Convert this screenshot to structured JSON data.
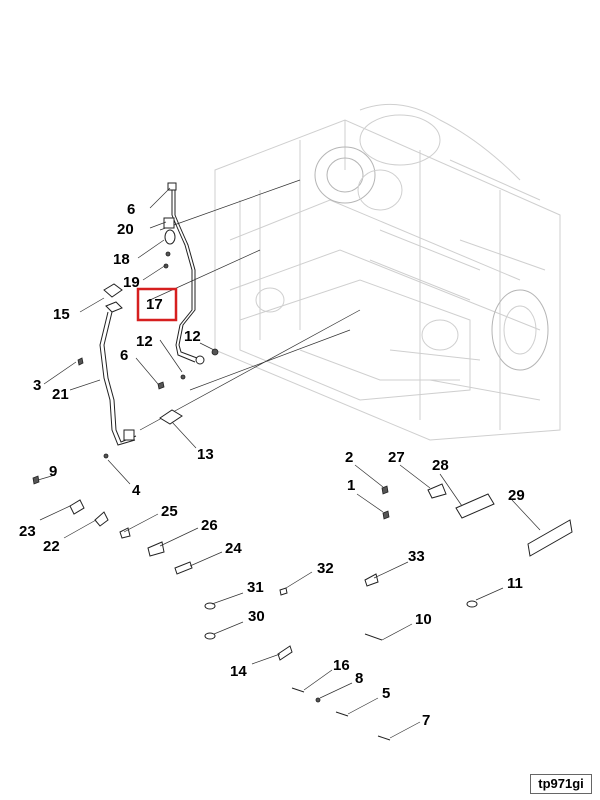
{
  "highlight_color": "#d61f1f",
  "reference_id": "tp971gi",
  "callouts": [
    {
      "id": "c6a",
      "label": "6"
    },
    {
      "id": "c20",
      "label": "20"
    },
    {
      "id": "c18",
      "label": "18"
    },
    {
      "id": "c19",
      "label": "19"
    },
    {
      "id": "c15",
      "label": "15"
    },
    {
      "id": "c17",
      "label": "17"
    },
    {
      "id": "c12a",
      "label": "12"
    },
    {
      "id": "c12b",
      "label": "12"
    },
    {
      "id": "c6b",
      "label": "6"
    },
    {
      "id": "c3",
      "label": "3"
    },
    {
      "id": "c21",
      "label": "21"
    },
    {
      "id": "c13",
      "label": "13"
    },
    {
      "id": "c9",
      "label": "9"
    },
    {
      "id": "c4",
      "label": "4"
    },
    {
      "id": "c2",
      "label": "2"
    },
    {
      "id": "c27",
      "label": "27"
    },
    {
      "id": "c28",
      "label": "28"
    },
    {
      "id": "c1",
      "label": "1"
    },
    {
      "id": "c29",
      "label": "29"
    },
    {
      "id": "c25",
      "label": "25"
    },
    {
      "id": "c26",
      "label": "26"
    },
    {
      "id": "c23",
      "label": "23"
    },
    {
      "id": "c22",
      "label": "22"
    },
    {
      "id": "c24",
      "label": "24"
    },
    {
      "id": "c32",
      "label": "32"
    },
    {
      "id": "c33",
      "label": "33"
    },
    {
      "id": "c31",
      "label": "31"
    },
    {
      "id": "c11",
      "label": "11"
    },
    {
      "id": "c30",
      "label": "30"
    },
    {
      "id": "c10",
      "label": "10"
    },
    {
      "id": "c14",
      "label": "14"
    },
    {
      "id": "c16",
      "label": "16"
    },
    {
      "id": "c8",
      "label": "8"
    },
    {
      "id": "c5",
      "label": "5"
    },
    {
      "id": "c7",
      "label": "7"
    }
  ],
  "highlighted_callout": "17"
}
